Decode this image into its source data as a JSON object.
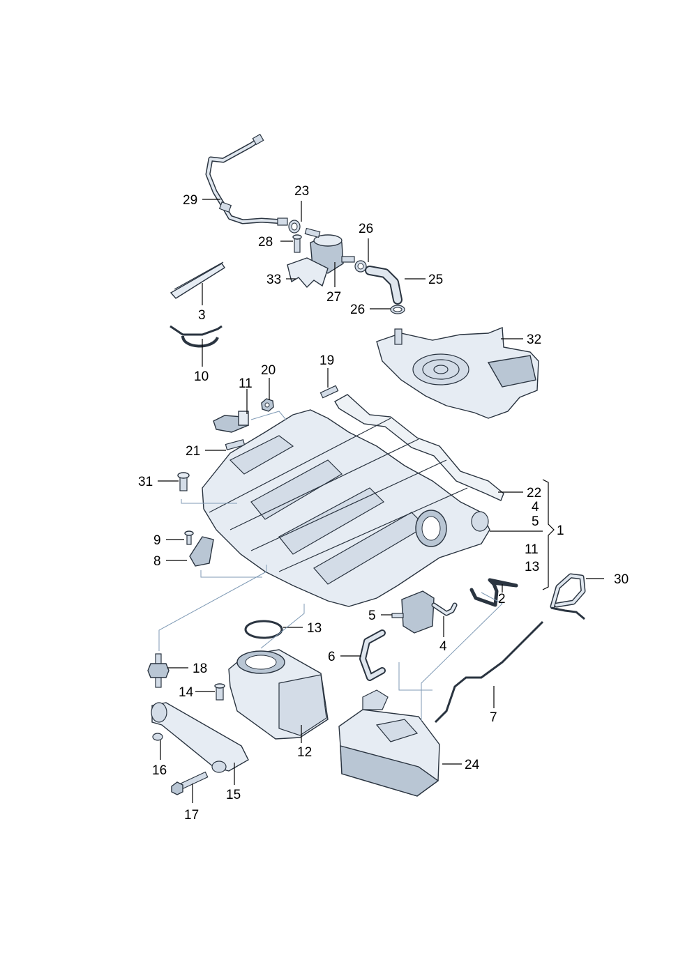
{
  "callouts": {
    "c1": "1",
    "c2": "2",
    "c3": "3",
    "c4a": "4",
    "c4b": "4",
    "c5a": "5",
    "c5b": "5",
    "c6": "6",
    "c7": "7",
    "c8": "8",
    "c9": "9",
    "c10": "10",
    "c11a": "11",
    "c11b": "11",
    "c12": "12",
    "c13a": "13",
    "c13b": "13",
    "c14": "14",
    "c15": "15",
    "c16": "16",
    "c17": "17",
    "c18": "18",
    "c19": "19",
    "c20": "20",
    "c21": "21",
    "c22": "22",
    "c23": "23",
    "c24": "24",
    "c25": "25",
    "c26a": "26",
    "c26b": "26",
    "c27": "27",
    "c28": "28",
    "c29": "29",
    "c30": "30",
    "c31": "31",
    "c32": "32",
    "c33": "33"
  },
  "colors": {
    "line": "#000000",
    "part_fill": "#e6ecf3",
    "part_shade": "#b9c6d4",
    "guide": "#7f9ab5"
  }
}
